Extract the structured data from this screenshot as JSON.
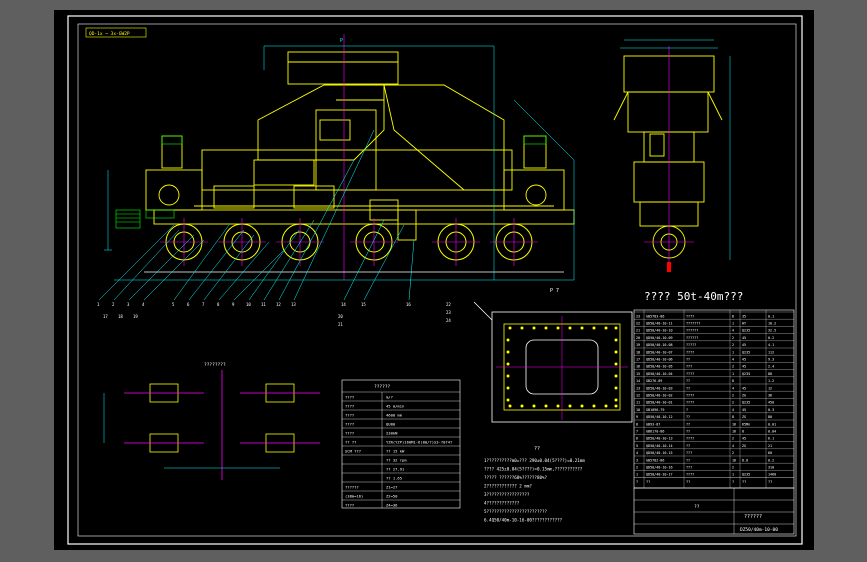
{
  "title_block": {
    "main_title": "???? 50t-40m???",
    "drawing_no": "DZ50/40m-10-00",
    "company": "??????",
    "sheet_label": "??"
  },
  "top_left_tag": "QD-1x ~ 3x-GW2P",
  "section_labels": {
    "section_p": "P",
    "section_p7": "P 7"
  },
  "gear_diagram_label": "????????",
  "specs_table": {
    "title": "??????",
    "rows": [
      {
        "label": "????",
        "value": "m/?"
      },
      {
        "label": "????",
        "value": "45 m/min"
      },
      {
        "label": "????",
        "value": "4600 mm"
      },
      {
        "label": "????",
        "value": "QU80"
      },
      {
        "label": "????",
        "value": "230kN"
      },
      {
        "label": "?? ??",
        "value": "YZR(YZP)160M1-6(80/?)S3-?0?4?"
      },
      {
        "label": "SCM ???",
        "value": "?? 15 kW"
      },
      {
        "label": "",
        "value": "?? 32 rpm"
      },
      {
        "label": "",
        "value": "?? 27.91"
      },
      {
        "label": "",
        "value": "?? 1.65"
      },
      {
        "label": "??????",
        "value": "Z1=27"
      },
      {
        "label": "(38m=16)",
        "value": "Z2=50"
      },
      {
        "label": "????",
        "value": "Z4=36"
      }
    ]
  },
  "notes": {
    "title": "??",
    "lines": [
      "1??????????m0=??? 290±0.04(5????)=0.21mm",
      "???? 425±0.04(5????)=0.15mm,???????????",
      "????? ??????60%??????80%?",
      "2???????????? 2 mm?",
      "3?????????????????",
      "4?????????????",
      "5????????????????????????",
      "6.4Q50/40m-10-16-00????????????"
    ]
  },
  "parts_table": {
    "header": [
      "?",
      "??",
      "??",
      "?",
      "??",
      "??"
    ],
    "rows": [
      [
        "23",
        "GB5783-86",
        "????",
        "8",
        "35",
        "0.1"
      ],
      [
        "22",
        "QD50/40-10-11",
        "???????",
        "1",
        "HT",
        "10.2"
      ],
      [
        "21",
        "QD50/40-10-10",
        "??????",
        "4",
        "Q235",
        "32.5"
      ],
      [
        "20",
        "QD50/40-10-09",
        "??????",
        "2",
        "45",
        "0.2"
      ],
      [
        "19",
        "QD50/40-10-08",
        "?????",
        "2",
        "45",
        "4.1"
      ],
      [
        "18",
        "QD50/40-10-07",
        "????",
        "1",
        "Q235",
        "112"
      ],
      [
        "17",
        "QD50/40-10-06",
        "??",
        "4",
        "45",
        "9.3"
      ],
      [
        "16",
        "QD50/40-10-05",
        "???",
        "2",
        "45",
        "2.4"
      ],
      [
        "15",
        "QD50/40-10-04",
        "????",
        "1",
        "Q235",
        "88"
      ],
      [
        "14",
        "GB276-89",
        "??",
        "8",
        "",
        "1.2"
      ],
      [
        "13",
        "QD50/40-10-03",
        "??",
        "4",
        "45",
        "12"
      ],
      [
        "12",
        "QD50/40-10-02",
        "????",
        "2",
        "ZG",
        "36"
      ],
      [
        "11",
        "QD50/40-10-01",
        "????",
        "2",
        "Q235",
        "450"
      ],
      [
        "10",
        "GB1096-79",
        "?",
        "4",
        "45",
        "0.3"
      ],
      [
        "9",
        "QD50/40-10-12",
        "??",
        "8",
        "ZG",
        "80"
      ],
      [
        "8",
        "GB93-87",
        "??",
        "16",
        "65Mn",
        "0.01"
      ],
      [
        "7",
        "GB6170-86",
        "??",
        "16",
        "8",
        "0.04"
      ],
      [
        "6",
        "QD50/40-10-13",
        "????",
        "2",
        "45",
        "6.1"
      ],
      [
        "5",
        "QD50/40-10-14",
        "??",
        "4",
        "ZG",
        "21"
      ],
      [
        "4",
        "QD50/40-10-15",
        "???",
        "2",
        "",
        "60"
      ],
      [
        "3",
        "GB5782-86",
        "??",
        "16",
        "8.8",
        "0.2"
      ],
      [
        "2",
        "QD50/40-10-16",
        "???",
        "2",
        "",
        "310"
      ],
      [
        "1",
        "QD50/40-10-17",
        "????",
        "1",
        "Q235",
        "1460"
      ]
    ]
  },
  "balloon_numbers": [
    "1",
    "2",
    "3",
    "4",
    "5",
    "6",
    "7",
    "8",
    "9",
    "10",
    "11",
    "12",
    "13",
    "14",
    "15",
    "16",
    "17",
    "18",
    "19",
    "20",
    "21",
    "22",
    "23",
    "24"
  ],
  "colors": {
    "background": "#000000",
    "frame": "#ffffff",
    "outline": "#ffff00",
    "wheel": "#ffff00",
    "dimension": "#00ffff",
    "centerline": "#ff00ff",
    "hatch": "#00ff00",
    "accent_red": "#ff0000"
  }
}
